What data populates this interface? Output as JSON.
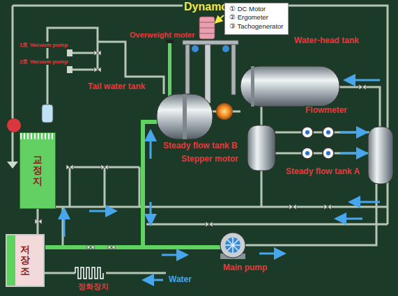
{
  "diagram": {
    "nodes": [
      {
        "text": [
          "① DC Motor",
          "② Ergometer",
          "③ Tachogenerator"
        ]
      },
      {
        "text": [
          "교정지"
        ]
      },
      {
        "text": [
          "저장조"
        ]
      }
    ],
    "edges": [
      {
        "from": 1,
        "to": 2,
        "arrow": "none"
      }
    ],
    "labels": [
      "Dynamo",
      "Overweight moter",
      "1호 Vacuum pump",
      "2호 Vacuum pump",
      "Tail water tank",
      "Water-head tank",
      "Stepper motor",
      "Flowmeter",
      "Steady flow tank B",
      "Steady flow tank A",
      "Main pump",
      "정화장치",
      "Water"
    ]
  }
}
